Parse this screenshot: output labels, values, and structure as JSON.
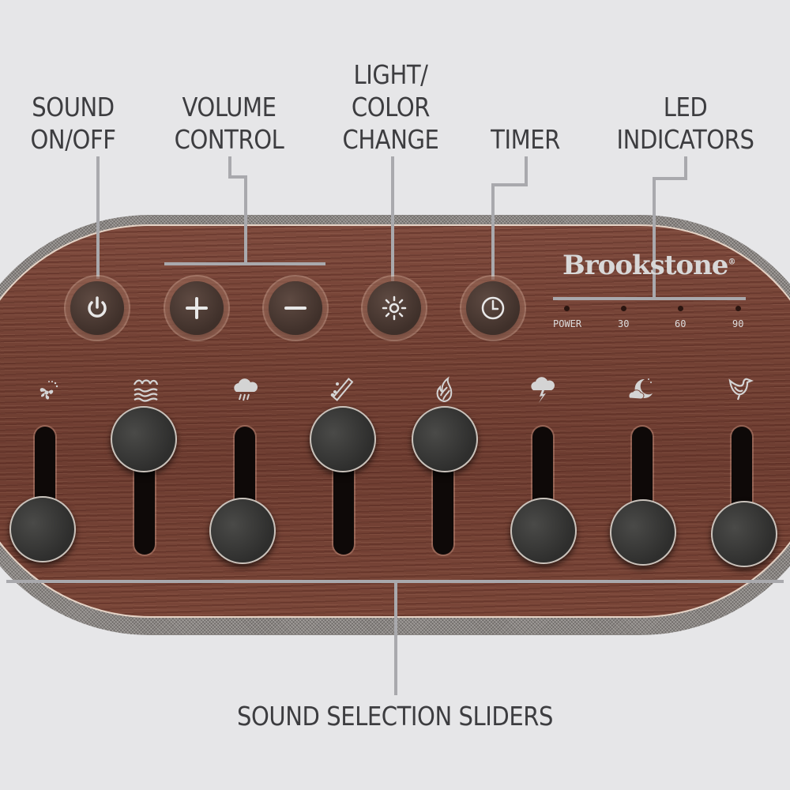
{
  "callouts": {
    "sound_on_off": [
      "SOUND",
      "ON/OFF"
    ],
    "volume_control": [
      "VOLUME",
      "CONTROL"
    ],
    "light_color_change": [
      "LIGHT/",
      "COLOR",
      "CHANGE"
    ],
    "timer": [
      "TIMER"
    ],
    "led_indicators": [
      "LED",
      "INDICATORS"
    ],
    "sound_selection_sliders": "SOUND SELECTION SLIDERS"
  },
  "device": {
    "brand": "Brookstone",
    "registered_mark": "®",
    "buttons": [
      {
        "id": "power",
        "icon": "power-icon"
      },
      {
        "id": "volume_up",
        "icon": "plus-icon"
      },
      {
        "id": "volume_down",
        "icon": "minus-icon"
      },
      {
        "id": "light",
        "icon": "sun-icon"
      },
      {
        "id": "timer",
        "icon": "clock-icon"
      }
    ],
    "led_labels": [
      "POWER",
      "30",
      "60",
      "90"
    ],
    "sliders": [
      {
        "sound": "fan",
        "icon": "fan-icon",
        "position": "down"
      },
      {
        "sound": "ocean",
        "icon": "waves-icon",
        "position": "up"
      },
      {
        "sound": "rain",
        "icon": "rain-cloud-icon",
        "position": "down"
      },
      {
        "sound": "music",
        "icon": "flute-icon",
        "position": "up"
      },
      {
        "sound": "fire",
        "icon": "flame-icon",
        "position": "up"
      },
      {
        "sound": "thunder",
        "icon": "thunder-cloud-icon",
        "position": "down"
      },
      {
        "sound": "night",
        "icon": "moon-cloud-icon",
        "position": "down"
      },
      {
        "sound": "birds",
        "icon": "bird-icon",
        "position": "down"
      }
    ]
  },
  "colors": {
    "background": "#e6e6e8",
    "label_text": "#3d3d40",
    "leader_line": "#a9a9ad",
    "wood": "#744235",
    "button": "#4a3a33",
    "knob": "#3a3a39"
  }
}
